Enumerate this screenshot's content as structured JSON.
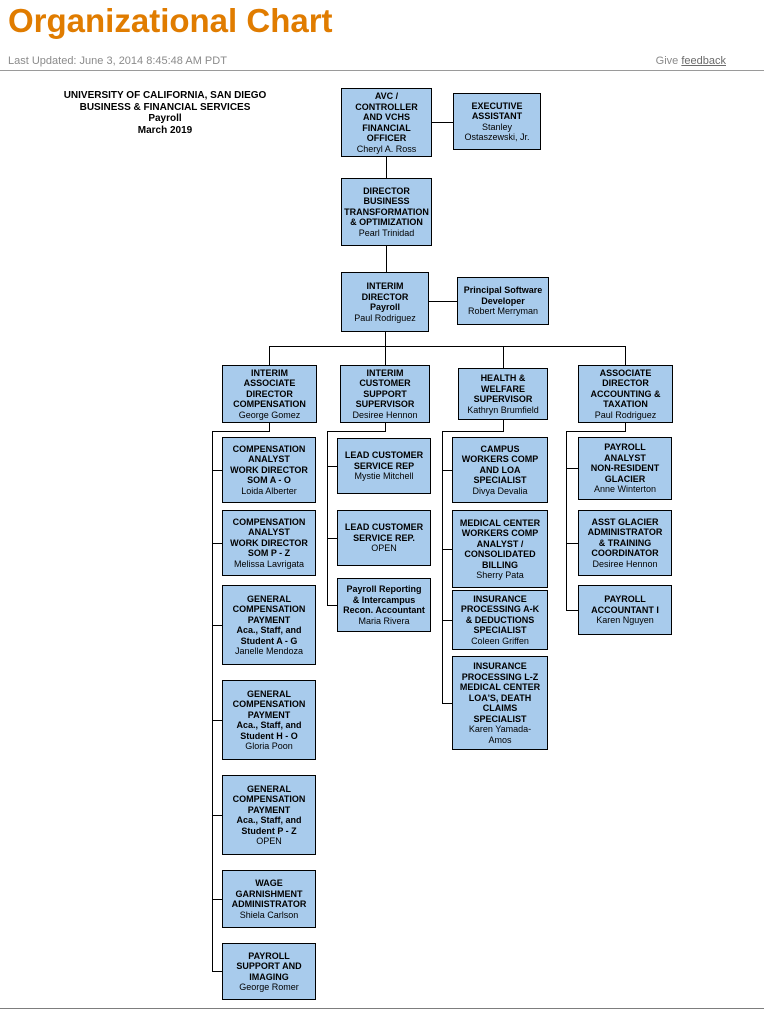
{
  "page": {
    "title": "Organizational Chart",
    "last_updated": "Last Updated: June 3, 2014 8:45:48 AM PDT",
    "feedback_prefix": "Give ",
    "feedback_link": "feedback"
  },
  "colors": {
    "accent_orange": "#e07c00",
    "node_fill": "#a8cbec",
    "node_border": "#000000",
    "connector": "#000000"
  },
  "org": {
    "info": "UNIVERSITY OF CALIFORNIA, SAN DIEGO\nBUSINESS & FINANCIAL SERVICES\nPayroll\nMarch 2019",
    "top": {
      "avc": {
        "title": "AVC /\nCONTROLLER\nAND VCHS\nFINANCIAL\nOFFICER",
        "person": "Cheryl A. Ross"
      },
      "executive_assistant": {
        "title": "EXECUTIVE\nASSISTANT",
        "person": "Stanley\nOstaszewski, Jr."
      },
      "director_bto": {
        "title": "DIRECTOR\nBUSINESS\nTRANSFORMATION\n& OPTIMIZATION",
        "person": "Pearl Trinidad"
      },
      "interim_director": {
        "title": "INTERIM\nDIRECTOR\nPayroll",
        "person": "Paul Rodriguez"
      },
      "software_developer": {
        "title": "Principal Software\nDeveloper",
        "person": "Robert Merryman"
      }
    },
    "branches": {
      "compensation": {
        "head": {
          "title": "INTERIM\nASSOCIATE\nDIRECTOR\nCOMPENSATION",
          "person": "George Gomez"
        },
        "children": [
          {
            "title": "COMPENSATION\nANALYST\nWORK DIRECTOR\nSOM  A - O",
            "person": "Loida Alberter"
          },
          {
            "title": "COMPENSATION\nANALYST\nWORK DIRECTOR\nSOM  P - Z",
            "person": "Melissa Lavrigata"
          },
          {
            "title": "GENERAL\nCOMPENSATION\nPAYMENT\nAca., Staff, and\nStudent  A - G",
            "person": "Janelle Mendoza"
          },
          {
            "title": "GENERAL\nCOMPENSATION\nPAYMENT\nAca., Staff, and\nStudent  H - O",
            "person": "Gloria Poon"
          },
          {
            "title": "GENERAL\nCOMPENSATION\nPAYMENT\nAca., Staff, and\nStudent  P - Z",
            "person": "OPEN"
          },
          {
            "title": "WAGE\nGARNISHMENT\nADMINISTRATOR",
            "person": "Shiela Carlson"
          },
          {
            "title": "PAYROLL\nSUPPORT AND\nIMAGING",
            "person": "George Romer"
          }
        ]
      },
      "customer_support": {
        "head": {
          "title": "INTERIM\nCUSTOMER\nSUPPORT\nSUPERVISOR",
          "person": "Desiree Hennon"
        },
        "children": [
          {
            "title": "LEAD CUSTOMER\nSERVICE REP",
            "person": "Mystie Mitchell"
          },
          {
            "title": "LEAD CUSTOMER\nSERVICE REP.",
            "person": "OPEN"
          },
          {
            "title": "Payroll Reporting\n& Intercampus\nRecon. Accountant",
            "person": "Maria Rivera"
          }
        ]
      },
      "health_welfare": {
        "head": {
          "title": "HEALTH &\nWELFARE\nSUPERVISOR",
          "person": "Kathryn Brumfield"
        },
        "children": [
          {
            "title": "CAMPUS\nWORKERS COMP\nAND LOA\nSPECIALIST",
            "person": "Divya Devalia"
          },
          {
            "title": "MEDICAL CENTER\nWORKERS COMP\nANALYST /\nCONSOLIDATED\nBILLING",
            "person": "Sherry Pata"
          },
          {
            "title": "INSURANCE\nPROCESSING A-K\n& DEDUCTIONS\nSPECIALIST",
            "person": "Coleen Griffen"
          },
          {
            "title": "INSURANCE\nPROCESSING L-Z\nMEDICAL CENTER\nLOA'S, DEATH\nCLAIMS\nSPECIALIST",
            "person": "Karen Yamada-\nAmos"
          }
        ]
      },
      "accounting": {
        "head": {
          "title": "ASSOCIATE\nDIRECTOR\nACCOUNTING &\nTAXATION",
          "person": "Paul Rodriguez"
        },
        "children": [
          {
            "title": "PAYROLL\nANALYST\nNON-RESIDENT\nGLACIER",
            "person": "Anne Winterton"
          },
          {
            "title": "ASST GLACIER\nADMINISTRATOR\n& TRAINING\nCOORDINATOR",
            "person": "Desiree Hennon"
          },
          {
            "title": "PAYROLL\nACCOUNTANT I",
            "person": "Karen Nguyen"
          }
        ]
      }
    }
  }
}
